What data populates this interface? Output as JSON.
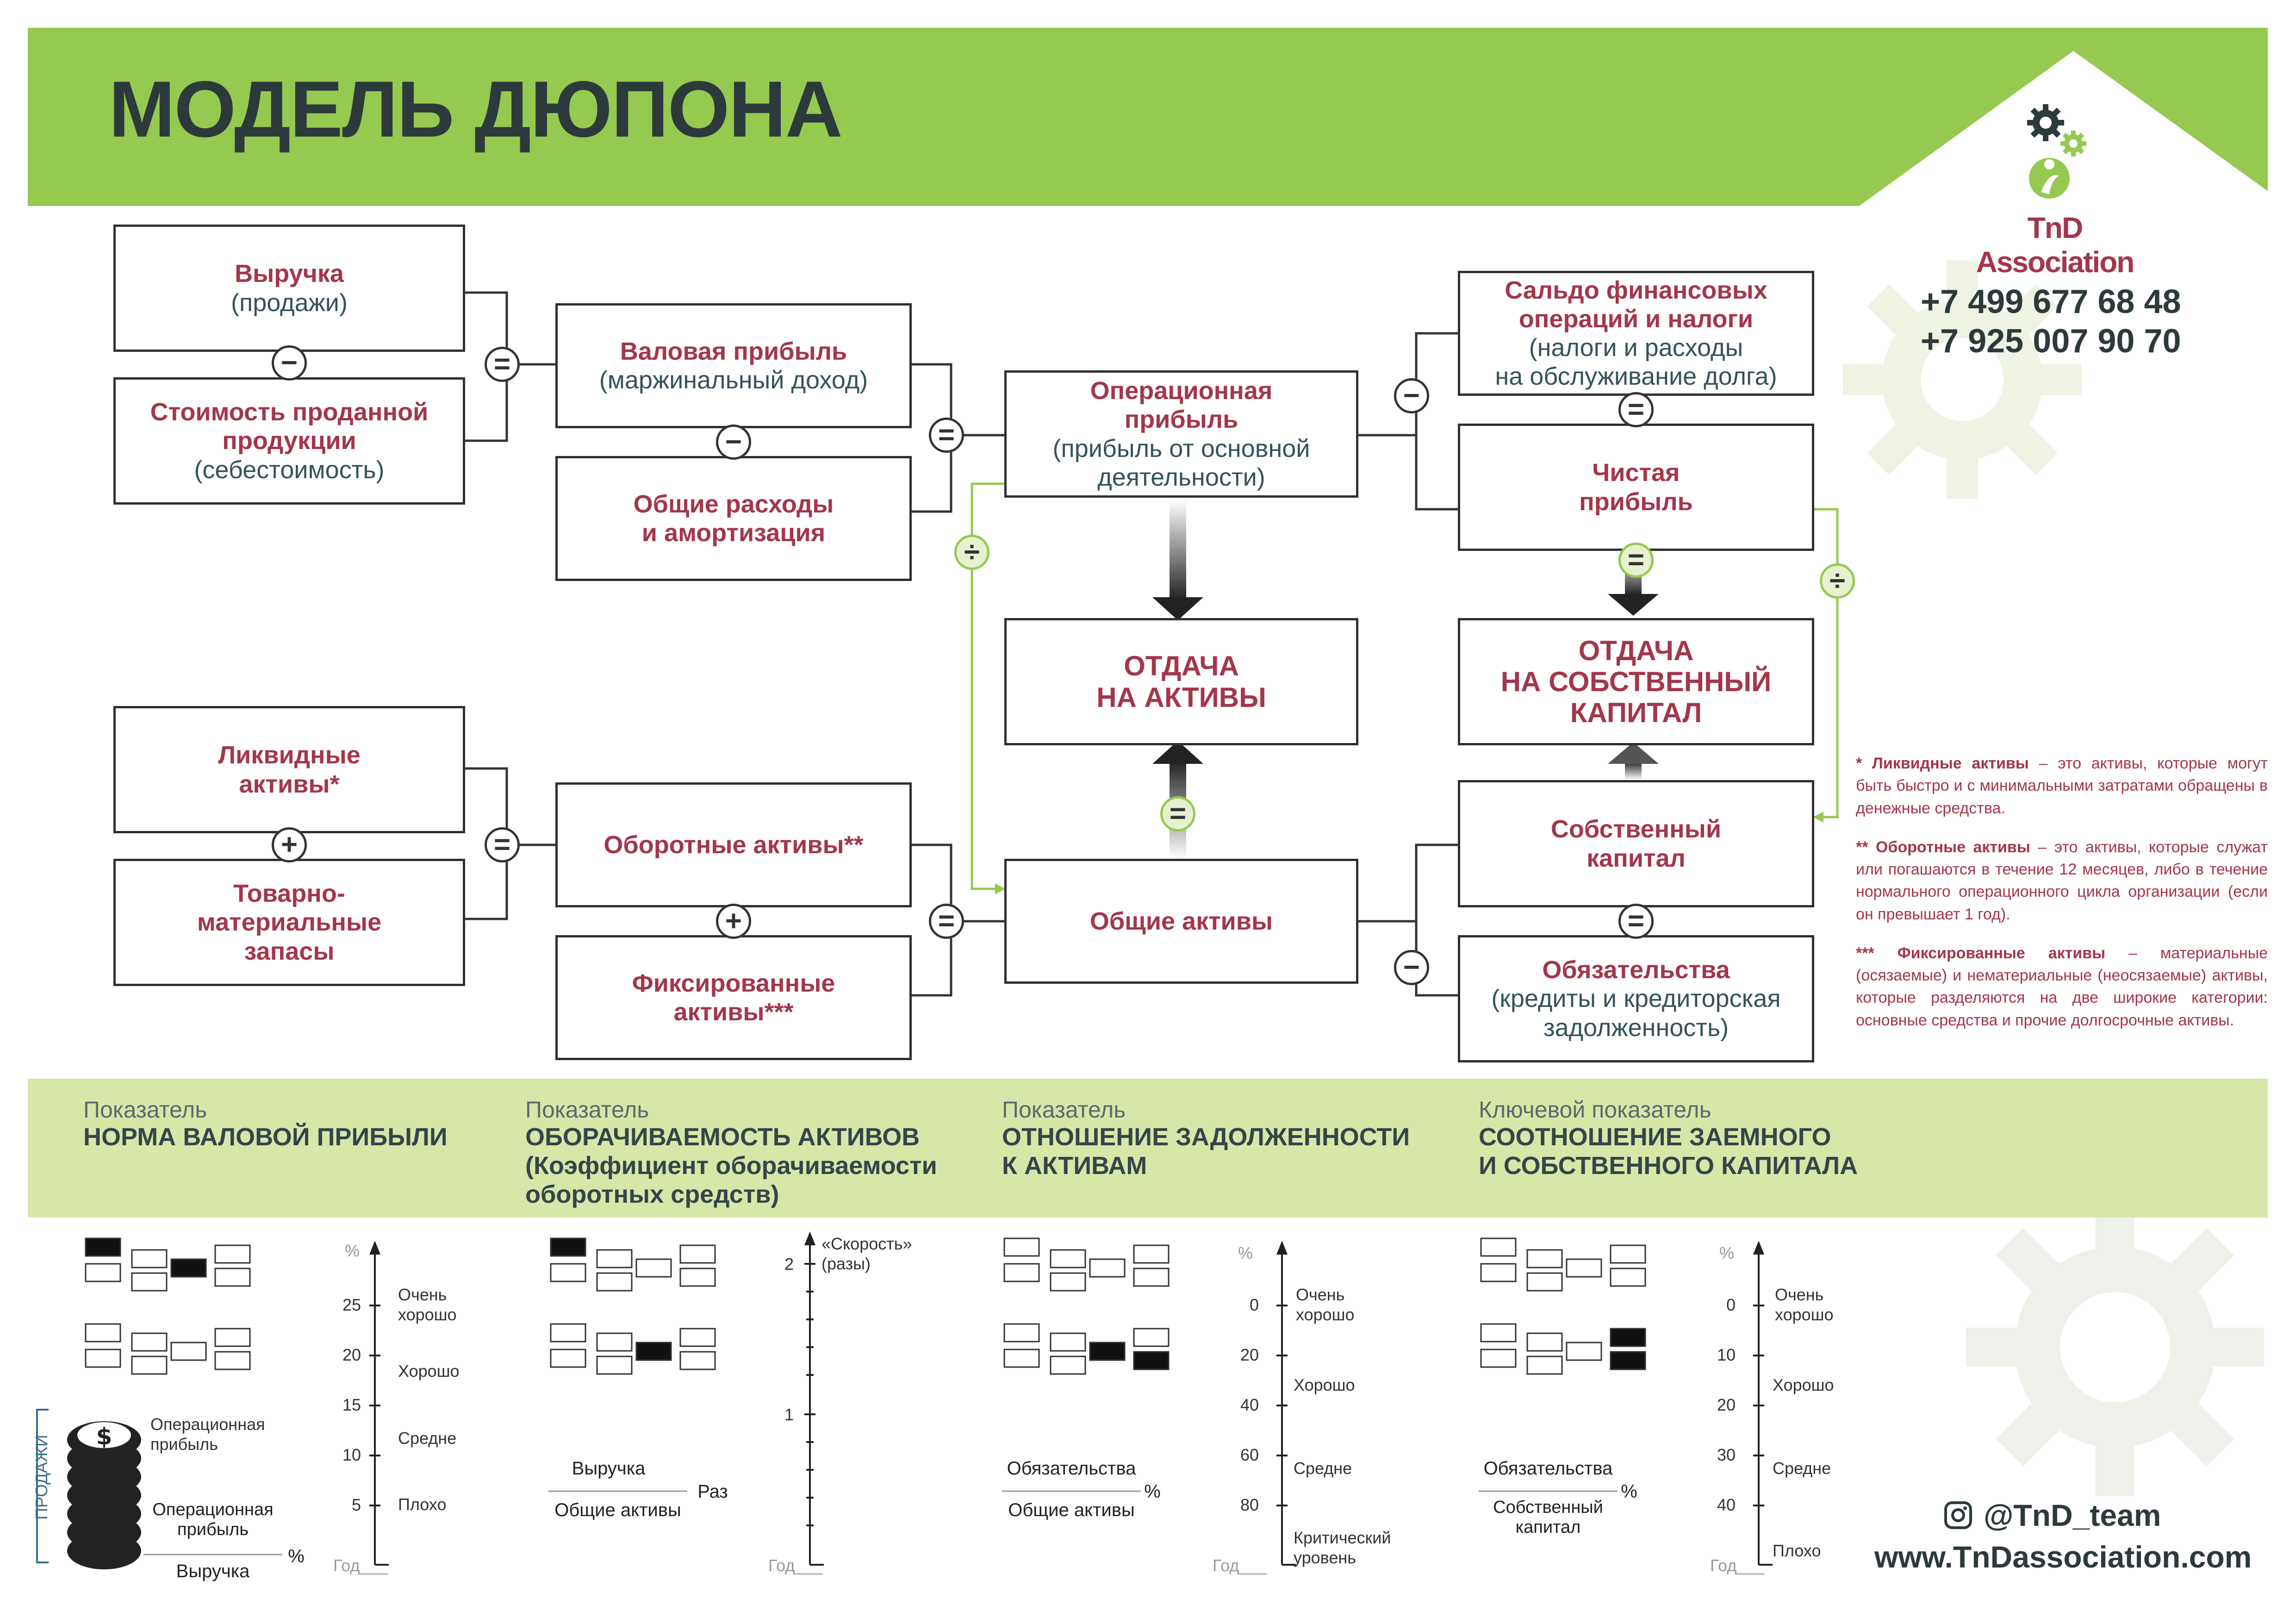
{
  "title": "МОДЕЛЬ ДЮПОНА",
  "brand": {
    "name": "TnD Association",
    "color": "#a3374a",
    "accent": "#95c94f"
  },
  "contacts": {
    "phone1": "+7 499 677 68 48",
    "phone2": "+7 925 007 90 70",
    "instagram": "@TnD_team",
    "website": "www.TnDassociation.com"
  },
  "boxes": {
    "revenue": {
      "title": "Выручка",
      "sub": "(продажи)"
    },
    "cogs": {
      "title": "Стоимость проданной\nпродукции",
      "sub": "(себестоимость)"
    },
    "gross_profit": {
      "title": "Валовая прибыль",
      "sub": "(маржинальный доход)"
    },
    "overheads": {
      "title": "Общие расходы\nи амортизация"
    },
    "operating_profit": {
      "title": "Операционная\nприбыль",
      "sub": "(прибыль от основной\nдеятельности)"
    },
    "fin_balance": {
      "title": "Сальдо финансовых\nопераций и налоги",
      "sub": "(налоги и расходы\nна обслуживание долга)"
    },
    "net_profit": {
      "title": "Чистая\nприбыль"
    },
    "roa": {
      "title": "ОТДАЧА\nНА АКТИВЫ"
    },
    "roe": {
      "title": "ОТДАЧА\nНА СОБСТВЕННЫЙ\nКАПИТАЛ"
    },
    "liquid": {
      "title": "Ликвидные\nактивы*"
    },
    "inventory": {
      "title": "Товарно-\nматериальные\nзапасы"
    },
    "current_assets": {
      "title": "Оборотные активы**"
    },
    "fixed_assets": {
      "title": "Фиксированные\nактивы***"
    },
    "total_assets": {
      "title": "Общие активы"
    },
    "equity": {
      "title": "Собственный\nкапитал"
    },
    "liabilities": {
      "title": "Обязательства",
      "sub": "(кредиты и кредиторская\nзадолженность)"
    }
  },
  "operators": {
    "minus": "−",
    "plus": "+",
    "equals": "=",
    "divide": "÷"
  },
  "notes": [
    {
      "bold": "* Ликвидные активы",
      "text": " – это активы, которые могут быть быстро и с минимальными затратами обращены в денежные средства."
    },
    {
      "bold": "** Оборотные активы",
      "text": " – это активы, которые служат или погашаются в течение 12 месяцев, либо в течение нормального операционного цикла организации (если он превышает 1 год)."
    },
    {
      "bold": "*** Фиксированные активы",
      "text": " – материальные (осязаемые) и нематериальные (неосязаемые) активы, которые разделяются на две широкие категории: основные средства и прочие долгосрочные активы."
    }
  ],
  "indicators": [
    {
      "label": "Показатель",
      "title": "НОРМА ВАЛОВОЙ ПРИБЫЛИ"
    },
    {
      "label": "Показатель",
      "title": "ОБОРАЧИВАЕМОСТЬ АКТИВОВ\n(Коэффициент оборачиваемости\nоборотных средств)"
    },
    {
      "label": "Показатель",
      "title": "ОТНОШЕНИЕ ЗАДОЛЖЕННОСТИ\nК АКТИВАМ"
    },
    {
      "label": "Ключевой показатель",
      "title": "СООТНОШЕНИЕ ЗАЕМНОГО\nИ СОБСТВЕННОГО КАПИТАЛА"
    }
  ],
  "panel1": {
    "unit": "%",
    "year": "Год___",
    "ticks": [
      "25",
      "20",
      "15",
      "10",
      "5"
    ],
    "levels": [
      "Очень\nхорошо",
      "Хорошо",
      "Средне",
      "Плохо"
    ],
    "side_label": "ПРОДАЖИ",
    "coin_label": "Операционная\nприбыль",
    "numerator": "Операционная\nприбыль",
    "denominator": "Выручка",
    "frac_unit": "%"
  },
  "panel2": {
    "unit": "«Скорость»\n(разы)",
    "year": "Год___",
    "ticks": [
      "2",
      "1"
    ],
    "numerator": "Выручка",
    "denominator": "Общие активы",
    "frac_unit": "Раз"
  },
  "panel3": {
    "unit": "%",
    "year": "Год___",
    "ticks": [
      "0",
      "20",
      "40",
      "60",
      "80"
    ],
    "levels": [
      "Очень\nхорошо",
      "Хорошо",
      "Средне",
      "Критический\nуровень"
    ],
    "numerator": "Обязательства",
    "denominator": "Общие активы",
    "frac_unit": "%"
  },
  "panel4": {
    "unit": "%",
    "year": "Год___",
    "ticks": [
      "0",
      "10",
      "20",
      "30",
      "40"
    ],
    "levels": [
      "Очень\nхорошо",
      "Хорошо",
      "Средне",
      "Плохо"
    ],
    "numerator": "Обязательства",
    "denominator": "Собственный\nкапитал",
    "frac_unit": "%"
  },
  "icons": [
    "gear-icon",
    "person-icon",
    "instagram-icon",
    "coins-icon"
  ]
}
